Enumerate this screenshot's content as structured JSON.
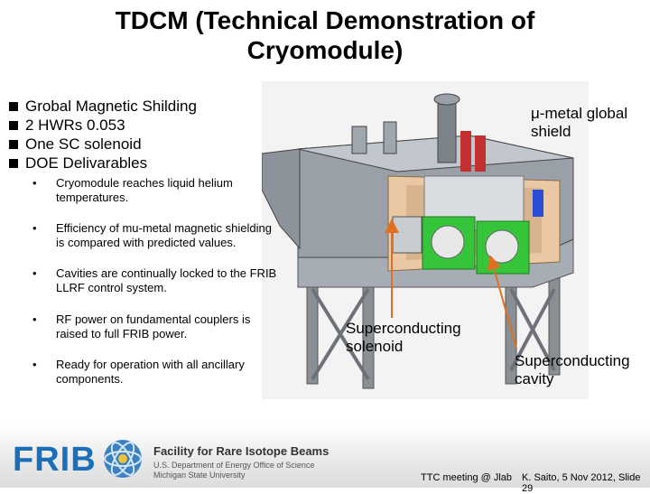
{
  "slide": {
    "title_line1": "TDCM  (Technical Demonstration of",
    "title_line2": "Cryomodule)",
    "bullets": [
      "Grobal Magnetic Shilding",
      "2 HWRs 0.053",
      "One SC solenoid",
      "DOE Delivarables"
    ],
    "sub_bullet_marker": "•",
    "sub_bullets": [
      [
        "Cryomodule reaches liquid helium",
        "temperatures."
      ],
      [
        "Efficiency of mu-metal magnetic shielding",
        "is   compared with predicted values."
      ],
      [
        "Cavities are continually locked to the FRIB",
        "LLRF control system."
      ],
      [
        "RF power on fundamental couplers is",
        "raised to full FRIB power."
      ],
      [
        "Ready for operation with all ancillary",
        "components."
      ]
    ],
    "callouts": {
      "shield": [
        "μ-metal global",
        "shield"
      ],
      "solenoid": [
        "Superconducting",
        "solenoid"
      ],
      "cavity": [
        "Superconducting",
        "cavity"
      ]
    }
  },
  "footer": {
    "logo_word": "FRIB",
    "facility": "Facility for Rare Isotope Beams",
    "doe_line1": "U.S. Department of Energy Office of Science",
    "doe_line2": "Michigan State University",
    "meeting": "TTC meeting @ Jlab",
    "author_slide": "K. Saito, 5 Nov 2012,   Slide 29"
  },
  "colors": {
    "frib_blue": "#1b6fb8",
    "arrow_orange": "#e07020",
    "cavity_green": "#36c43a"
  }
}
